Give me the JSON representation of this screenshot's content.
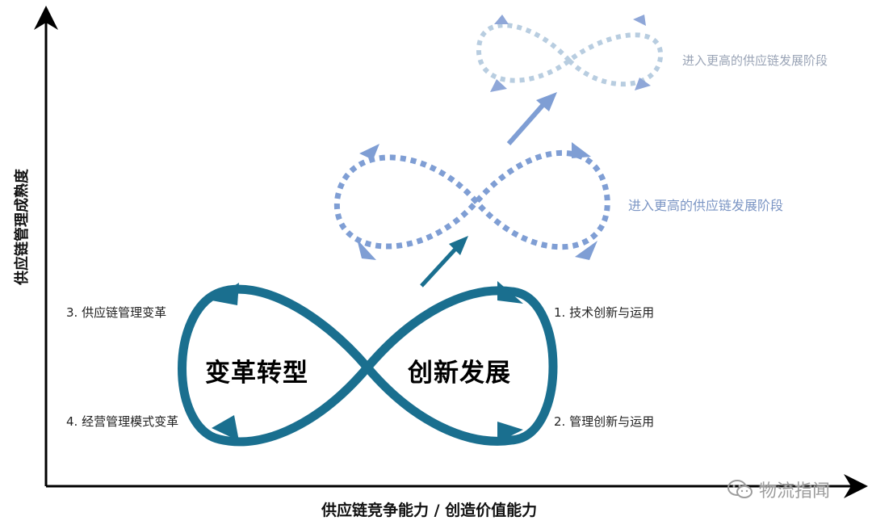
{
  "axes": {
    "y_label": "供应链管理成熟度",
    "x_label": "供应链竞争能力 / 创造价值能力"
  },
  "main_loop": {
    "left_label": "变革转型",
    "right_label": "创新发展",
    "color": "#1a6f8f"
  },
  "items": {
    "left_top": "3. 供应链管理变革",
    "left_bottom": "4. 经营管理模式变革",
    "right_top": "1. 技术创新与运用",
    "right_bottom": "2. 管理创新与运用"
  },
  "stages": {
    "middle": "进入更高的供应链发展阶段",
    "top": "进入更高的供应链发展阶段",
    "middle_color": "#7f9ed4",
    "top_color": "#b8cde0"
  },
  "watermark": {
    "text": "物流指闻"
  }
}
